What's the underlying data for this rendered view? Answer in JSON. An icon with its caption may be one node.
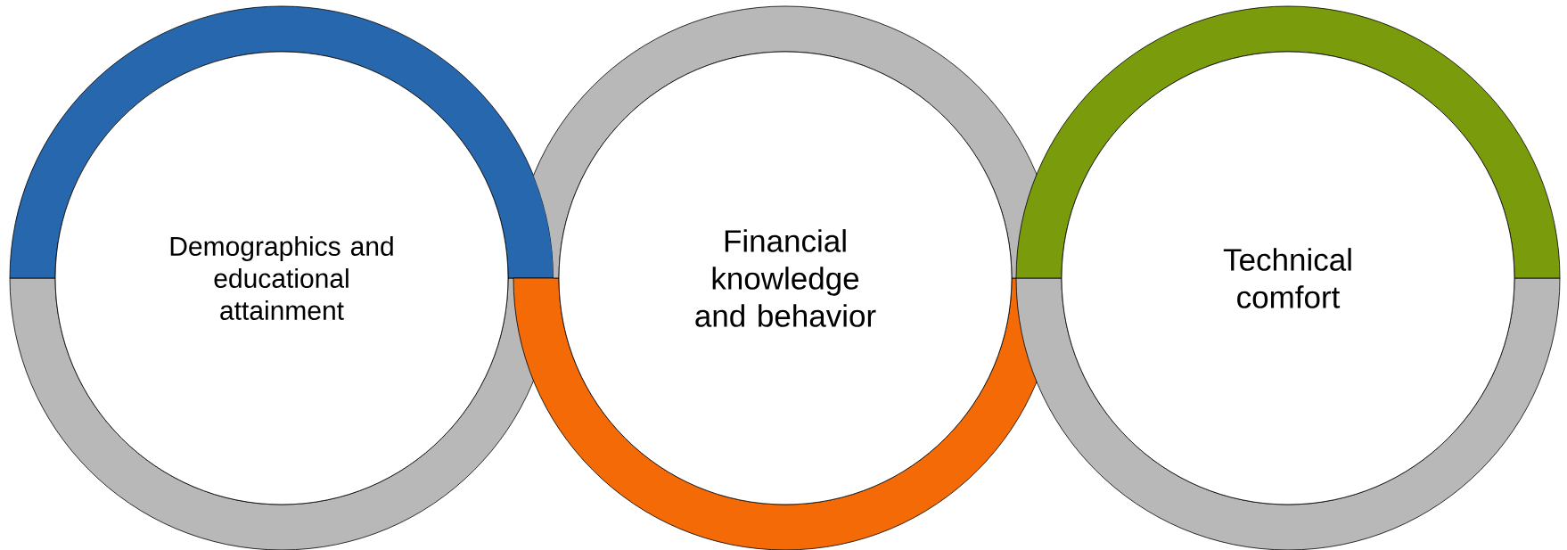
{
  "diagram": {
    "nodes": [
      {
        "text": [
          "Demographics and educational attainment"
        ]
      },
      {
        "text": [
          "Financial knowledge and behavior"
        ]
      },
      {
        "text": [
          "Technical comfort"
        ]
      }
    ]
  }
}
